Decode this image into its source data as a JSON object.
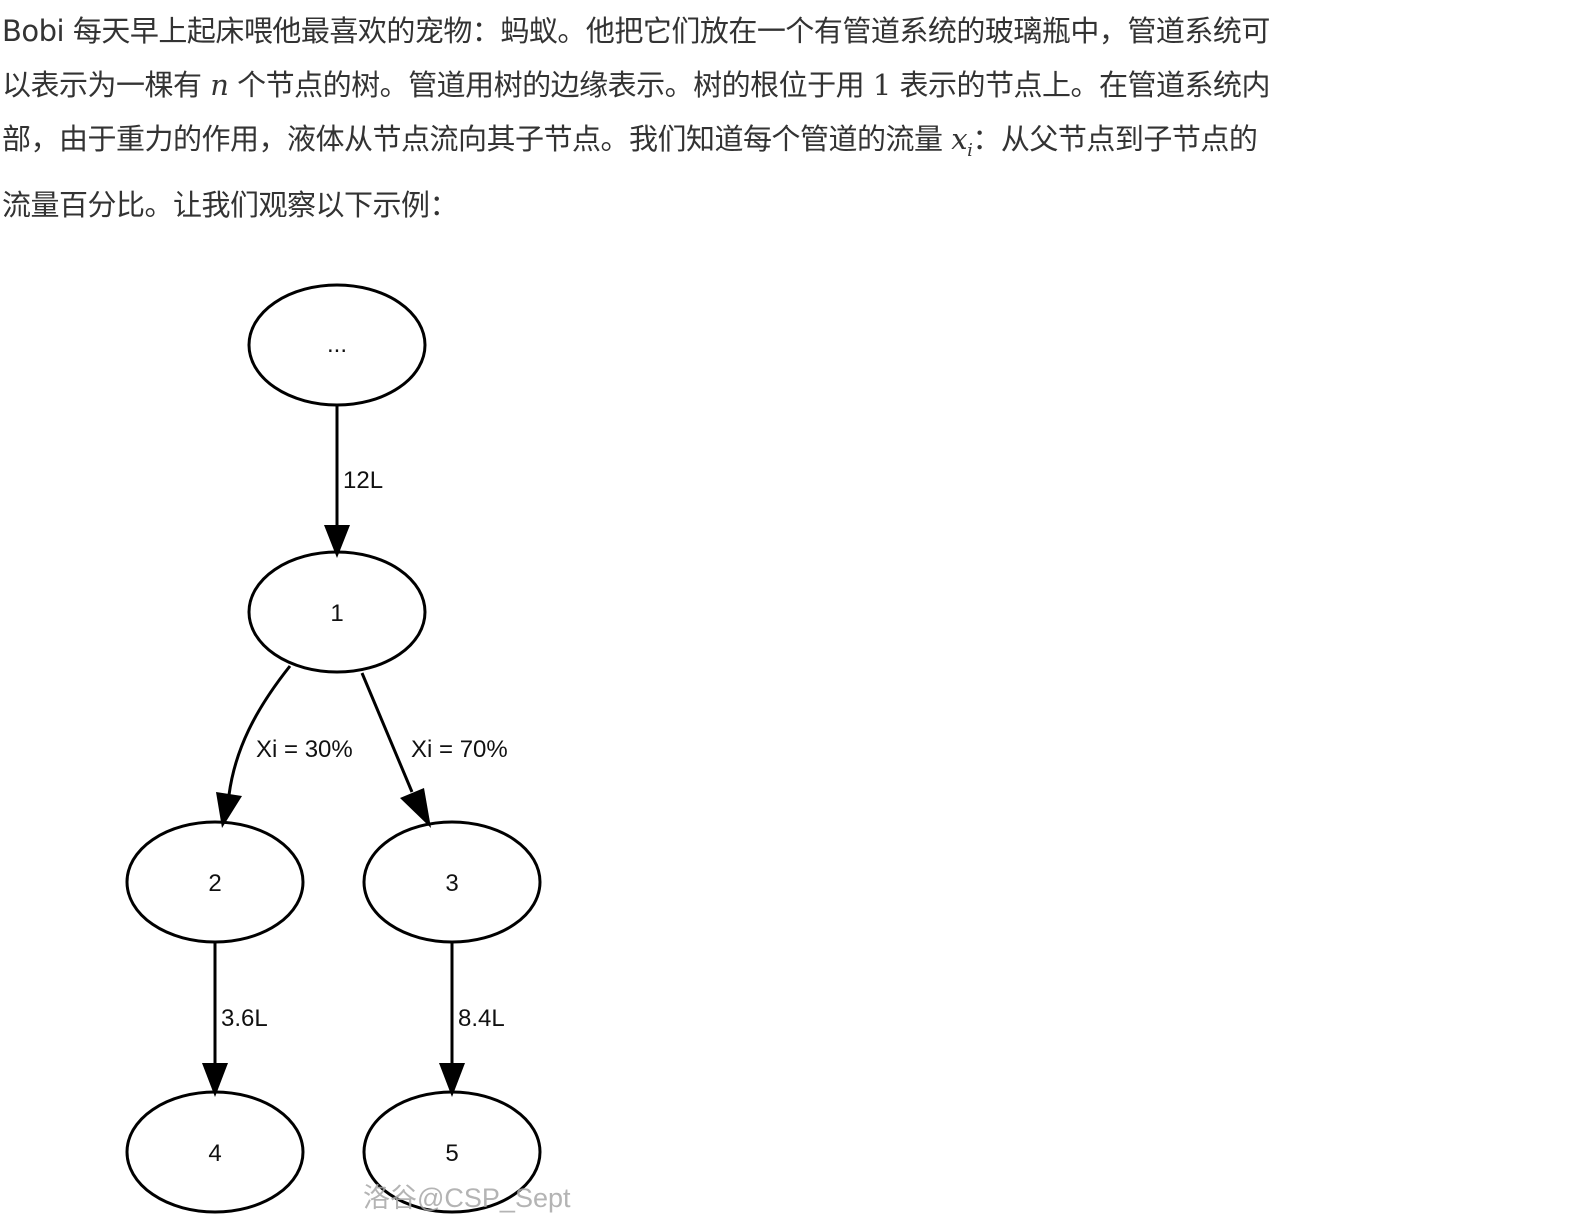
{
  "paragraph": {
    "line1": "Bobi 每天早上起床喂他最喜欢的宠物：蚂蚁。他把它们放在一个有管道系统的玻璃瓶中，管道系统可",
    "line2_a": "以表示为一棵有 ",
    "line2_math": "n",
    "line2_b": " 个节点的树。管道用树的边缘表示。树的根位于用 ",
    "line2_num": "1",
    "line2_c": " 表示的节点上。在管道系统内",
    "line3_a": "部，由于重力的作用，液体从节点流向其子节点。我们知道每个管道的流量 ",
    "line3_math": "x",
    "line3_sub": "i",
    "line3_b": "：从父节点到子节点的",
    "line4": "流量百分比。让我们观察以下示例："
  },
  "diagram": {
    "nodes": [
      {
        "id": "root",
        "label": "..."
      },
      {
        "id": "n1",
        "label": "1"
      },
      {
        "id": "n2",
        "label": "2"
      },
      {
        "id": "n3",
        "label": "3"
      },
      {
        "id": "n4",
        "label": "4"
      },
      {
        "id": "n5",
        "label": "5"
      }
    ],
    "edges": [
      {
        "from": "root",
        "to": "n1",
        "label": "12L"
      },
      {
        "from": "n1",
        "to": "n2",
        "label": "Xi = 30%"
      },
      {
        "from": "n1",
        "to": "n3",
        "label": "Xi = 70%"
      },
      {
        "from": "n2",
        "to": "n4",
        "label": "3.6L"
      },
      {
        "from": "n3",
        "to": "n5",
        "label": "8.4L"
      }
    ],
    "watermark": "洛谷@CSP_Sept"
  }
}
